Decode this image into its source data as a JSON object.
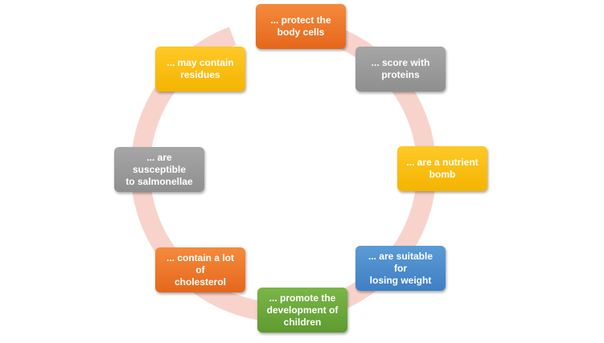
{
  "diagram": {
    "arrow_color": "#f8d3cc",
    "steps": [
      {
        "text": "... protect the\nbody cells",
        "color": "orange"
      },
      {
        "text": "... score with\nproteins",
        "color": "gray"
      },
      {
        "text": "... are a nutrient\nbomb",
        "color": "yellow"
      },
      {
        "text": "... are suitable for\nlosing weight",
        "color": "blue"
      },
      {
        "text": "... promote the\ndevelopment of\nchildren",
        "color": "green"
      },
      {
        "text": "... contain a lot of\ncholesterol",
        "color": "orange"
      },
      {
        "text": "... are susceptible\nto salmonellae",
        "color": "gray"
      },
      {
        "text": "... may contain\nresidues",
        "color": "yellow"
      }
    ]
  }
}
